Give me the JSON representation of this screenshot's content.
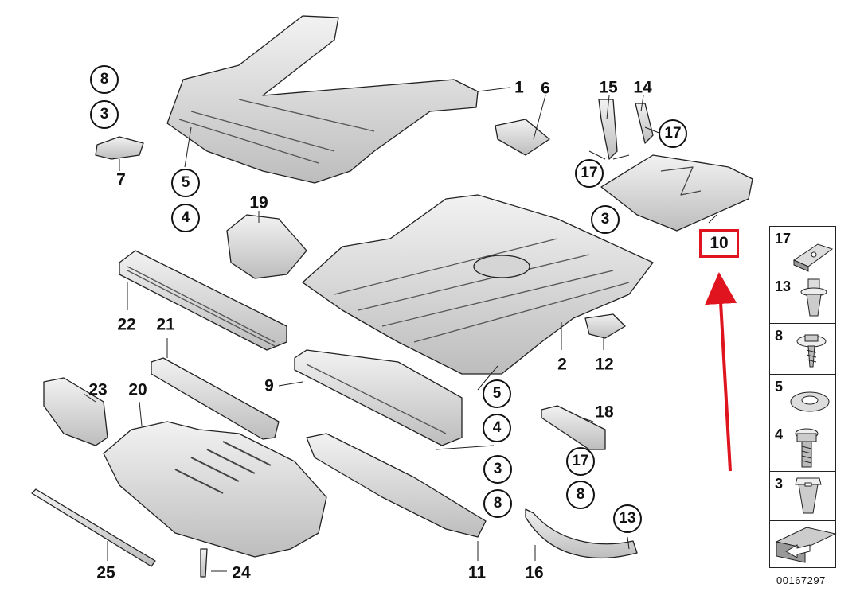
{
  "labels": {
    "l1": "1",
    "l6": "6",
    "l15": "15",
    "l14": "14",
    "l7": "7",
    "l19": "19",
    "l22": "22",
    "l21": "21",
    "l2": "2",
    "l12": "12",
    "l9": "9",
    "l18": "18",
    "l23": "23",
    "l20": "20",
    "l25": "25",
    "l24": "24",
    "l11": "11",
    "l16": "16"
  },
  "circles": {
    "c8a": "8",
    "c3a": "3",
    "c5a": "5",
    "c4a": "4",
    "c17a": "17",
    "c17b": "17",
    "c3b": "3",
    "c5b": "5",
    "c4b": "4",
    "c3c": "3",
    "c8b": "8",
    "c17c": "17",
    "c8c": "8",
    "c13": "13"
  },
  "highlight": {
    "label": "10",
    "color": "#e0141e"
  },
  "legend": {
    "items": [
      "17",
      "13",
      "8",
      "5",
      "4",
      "3"
    ]
  },
  "reference_number": "00167297"
}
